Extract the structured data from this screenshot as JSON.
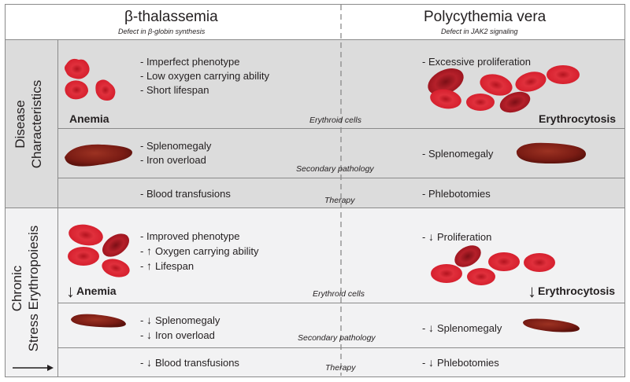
{
  "header": {
    "left_title": "β-thalassemia",
    "left_subtitle": "Defect in β-globin synthesis",
    "right_title": "Polycythemia vera",
    "right_subtitle": "Defect in JAK2 signaling"
  },
  "side_labels": {
    "top_line1": "Disease",
    "top_line2": "Characteristics",
    "bottom_line1": "Chronic",
    "bottom_line2": "Stress Erythropoiesis"
  },
  "divider_labels": {
    "erythroid": "Erythroid cells",
    "secondary": "Secondary pathology",
    "therapy": "Therapy"
  },
  "disease": {
    "left_erythroid_items": [
      "- Imperfect phenotype",
      "- Low oxygen carrying ability",
      "- Short lifespan"
    ],
    "left_erythroid_label": "Anemia",
    "right_erythroid_items": [
      "- Excessive proliferation"
    ],
    "right_erythroid_label": "Erythrocytosis",
    "left_secondary_items": [
      "- Splenomegaly",
      "- Iron overload"
    ],
    "right_secondary_items": [
      "- Splenomegaly"
    ],
    "left_therapy_items": [
      "- Blood transfusions"
    ],
    "right_therapy_items": [
      "- Phlebotomies"
    ]
  },
  "stress": {
    "left_erythroid_items": [
      "Improved phenotype",
      "Oxygen carrying ability",
      "Lifespan"
    ],
    "left_erythroid_arrows": [
      "",
      "↑",
      "↑"
    ],
    "left_erythroid_label": "Anemia",
    "right_erythroid_items": [
      "Proliferation"
    ],
    "right_erythroid_label": "Erythrocytosis",
    "left_secondary_items": [
      "Splenomegaly",
      "Iron overload"
    ],
    "right_secondary_items": [
      "Splenomegaly"
    ],
    "left_therapy_items": [
      "Blood transfusions"
    ],
    "right_therapy_items": [
      "Phlebotomies"
    ],
    "down_arrow": "↓",
    "dash": "-"
  },
  "colors": {
    "panel_gray": "#dcdcdc",
    "panel_light": "#f2f2f3",
    "border": "#8a8a8a",
    "rbc": "#d6202e",
    "rbc_dark": "#9e1620",
    "spleen": "#7a1c14"
  }
}
